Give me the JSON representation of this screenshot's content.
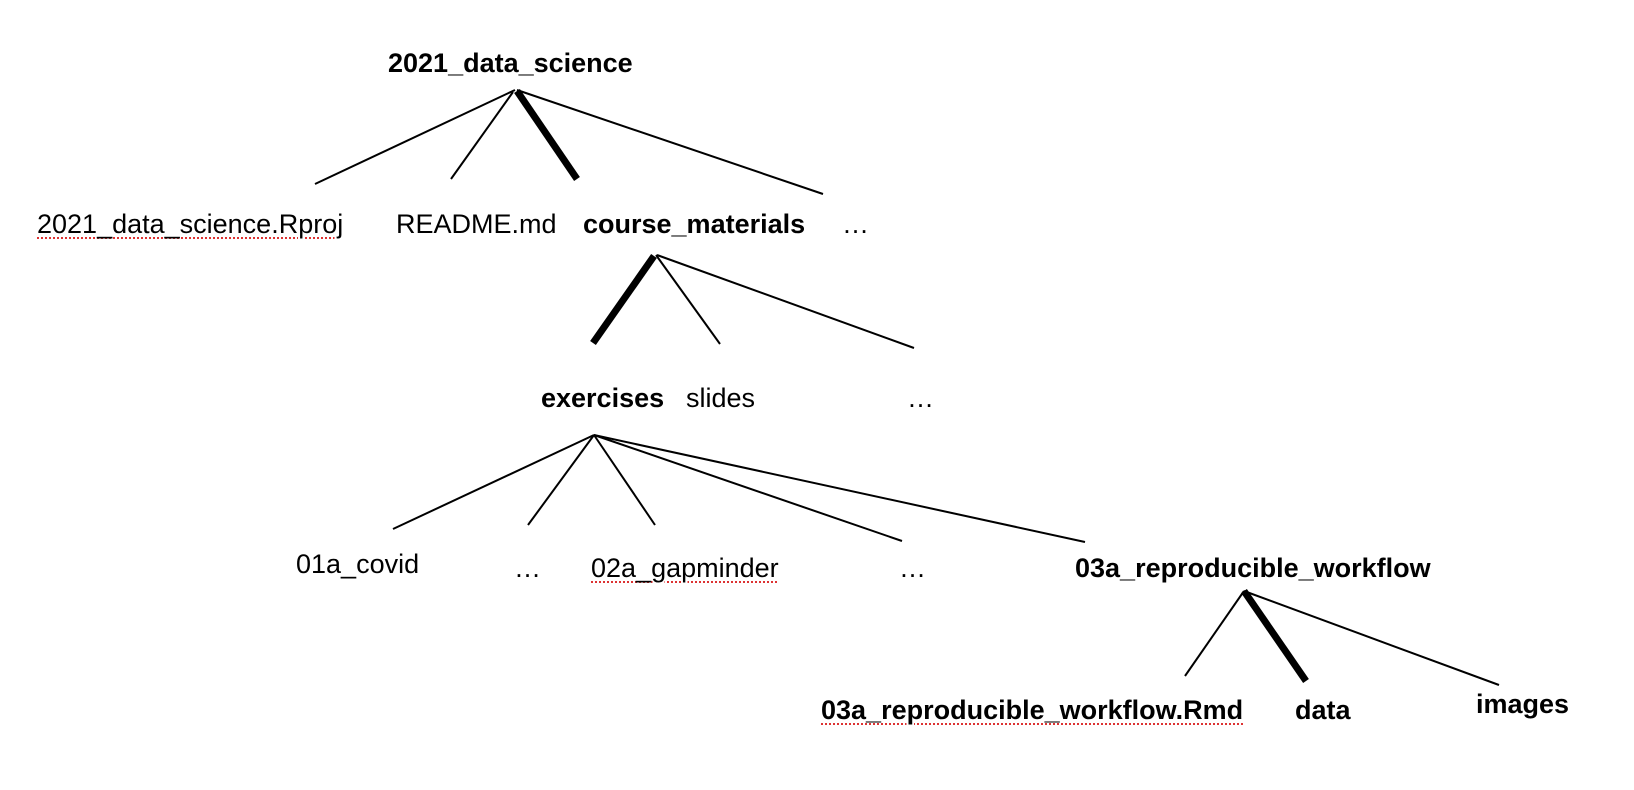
{
  "tree": {
    "root": "2021_data_science",
    "level1": {
      "rproj": "2021_data_science.Rproj",
      "readme": "README.md",
      "course_materials": "course_materials",
      "more": "…"
    },
    "level2": {
      "exercises": "exercises",
      "slides": "slides",
      "more": "…"
    },
    "level3": {
      "covid": "01a_covid",
      "more_a": "…",
      "gapminder": "02a_gapminder",
      "more_b": "…",
      "reproducible": "03a_reproducible_workflow"
    },
    "level4": {
      "rmd": "03a_reproducible_workflow.Rmd",
      "data": "data",
      "images": "images"
    }
  },
  "colors": {
    "line": "#000000",
    "text": "#000000",
    "spellcheck_underline": "#dd3333"
  }
}
